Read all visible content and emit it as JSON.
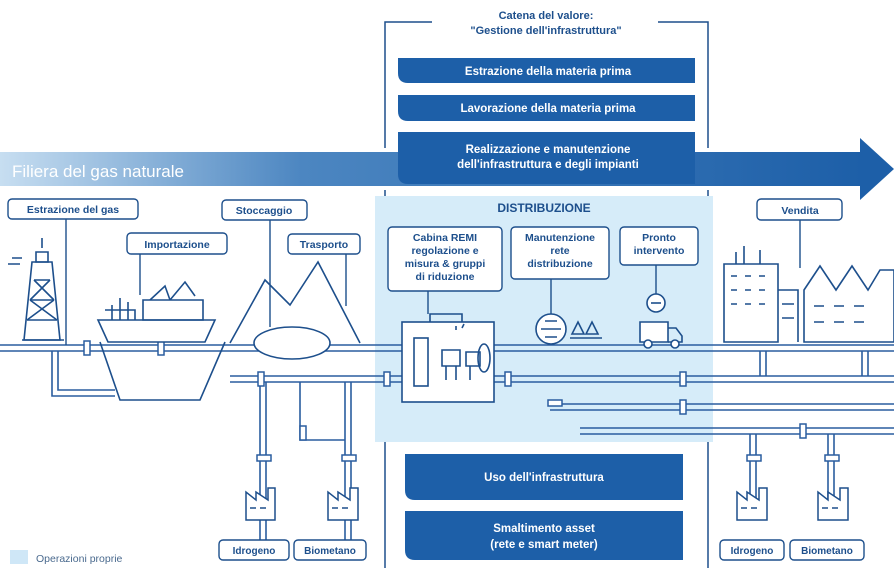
{
  "value_chain": {
    "title_line1": "Catena del valore:",
    "title_line2": "\"Gestione dell'infrastruttura\"",
    "steps_top": [
      "Estrazione della materia prima",
      "Lavorazione della materia prima"
    ],
    "step_maint_line1": "Realizzazione e manutenzione",
    "step_maint_line2": "dell'infrastruttura e degli impianti",
    "step_use": "Uso dell'infrastruttura",
    "step_disposal_line1": "Smaltimento asset",
    "step_disposal_line2": "(rete e smart meter)"
  },
  "supply_chain_title": "Filiera del gas naturale",
  "stages": {
    "extraction": "Estrazione del gas",
    "import": "Importazione",
    "storage": "Stoccaggio",
    "transport": "Trasporto",
    "sale": "Vendita"
  },
  "distribution": {
    "title": "DISTRIBUZIONE",
    "remi_line1": "Cabina REMI",
    "remi_line2": "regolazione e",
    "remi_line3": "misura & gruppi",
    "remi_line4": "di riduzione",
    "maint_line1": "Manutenzione",
    "maint_line2": "rete",
    "maint_line3": "distribuzione",
    "emergency_line1": "Pronto",
    "emergency_line2": "intervento"
  },
  "plants_left": [
    "Idrogeno",
    "Biometano"
  ],
  "plants_right": [
    "Idrogeno",
    "Biometano"
  ],
  "legend": {
    "label": "Operazioni proprie"
  },
  "colors": {
    "dark_blue": "#1d5fa8",
    "navy": "#1d4f8c",
    "light_blue_area": "#d6ecf9",
    "line": "#2a5d9f",
    "arrow_gradient_start": "#c4dcf0"
  }
}
